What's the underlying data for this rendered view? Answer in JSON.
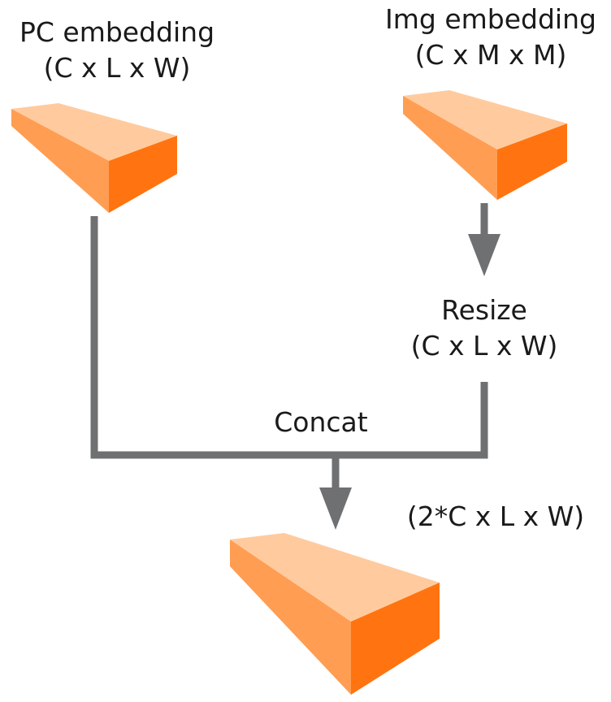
{
  "nodes": {
    "pc_embedding": {
      "title": "PC embedding",
      "shape": "(C x L x W)"
    },
    "img_embedding": {
      "title": "Img embedding",
      "shape": "(C x M x M)"
    },
    "resize": {
      "title": "Resize",
      "shape": "(C x L x W)"
    },
    "concat": {
      "title": "Concat"
    },
    "output": {
      "shape": "(2*C x L x W)"
    }
  },
  "colors": {
    "block_top": "#FFCB9E",
    "block_front": "#FF9D52",
    "block_side": "#FF7410",
    "connector": "#6E7072",
    "text": "#1a1a1a"
  },
  "edges": [
    {
      "from": "img_embedding",
      "to": "resize",
      "arrow": true
    },
    {
      "from": "pc_embedding",
      "to": "concat",
      "arrow": false
    },
    {
      "from": "resize",
      "to": "concat",
      "arrow": false
    },
    {
      "from": "concat",
      "to": "output",
      "arrow": true
    }
  ]
}
